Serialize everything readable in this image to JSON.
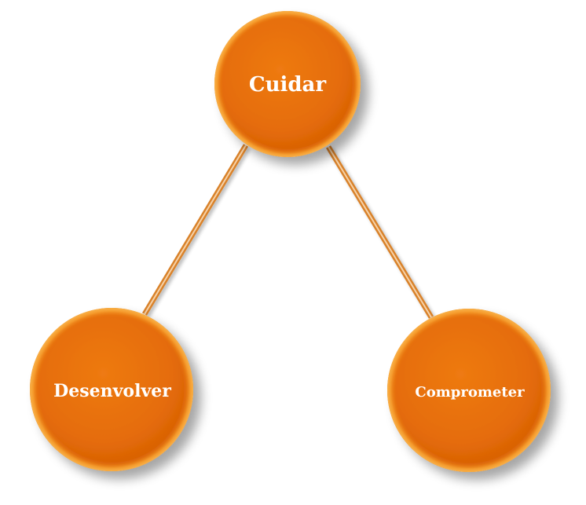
{
  "nodes": {
    "top": {
      "label": "Cuidar"
    },
    "left": {
      "label": "Desenvolver"
    },
    "right": {
      "label": "Comprometer"
    }
  },
  "colors": {
    "node_fill": "#E8700A",
    "node_rim": "#F7A030",
    "node_dark": "#C85A05",
    "connector": "#D9822B",
    "label": "#FFFFFF"
  }
}
